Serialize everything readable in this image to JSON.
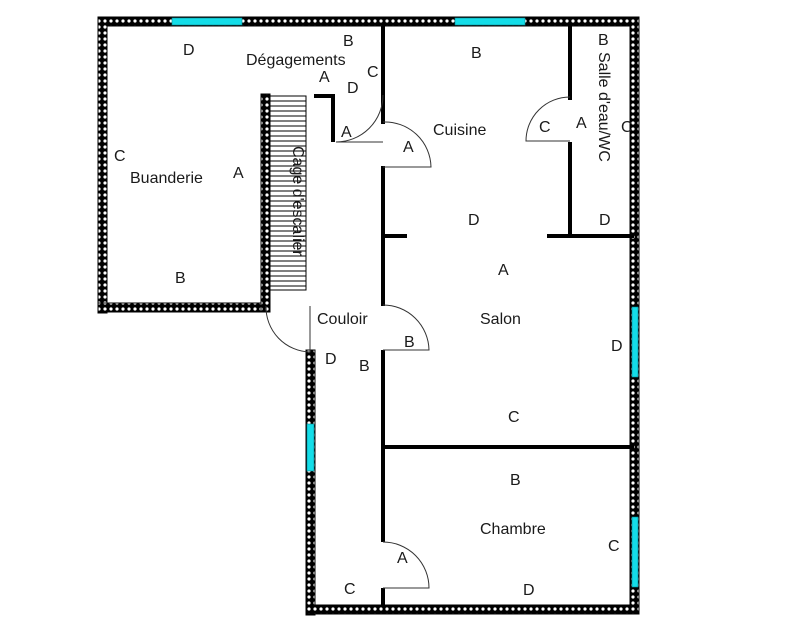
{
  "rooms": {
    "degagements": "Dégagements",
    "cuisine": "Cuisine",
    "salle_eau_wc": "Salle d'eau/WC",
    "buanderie": "Buanderie",
    "cage_escalier": "Cage d'escalier",
    "couloir": "Couloir",
    "salon": "Salon",
    "chambre": "Chambre"
  },
  "wall_letters": {
    "buanderie": {
      "top": "D",
      "left": "C",
      "right": "A",
      "bottom": "B"
    },
    "degagements": {
      "top": "B",
      "left": "A",
      "center": "D",
      "right": "C",
      "door": "A"
    },
    "cuisine": {
      "top": "B",
      "door": "A",
      "right": "C",
      "bottom": "D"
    },
    "salle_eau_wc": {
      "top": "B",
      "left": "A",
      "right": "C",
      "bottom": "D"
    },
    "couloir": {
      "door": "B",
      "left": "D",
      "right": "B",
      "bottom": "C"
    },
    "salon": {
      "top": "A",
      "right": "D",
      "bottom": "C"
    },
    "chambre": {
      "top": "B",
      "right": "C",
      "door": "A",
      "bottom": "D"
    }
  },
  "colors": {
    "window": "#14dde8",
    "wall": "#000000",
    "background": "#ffffff"
  }
}
